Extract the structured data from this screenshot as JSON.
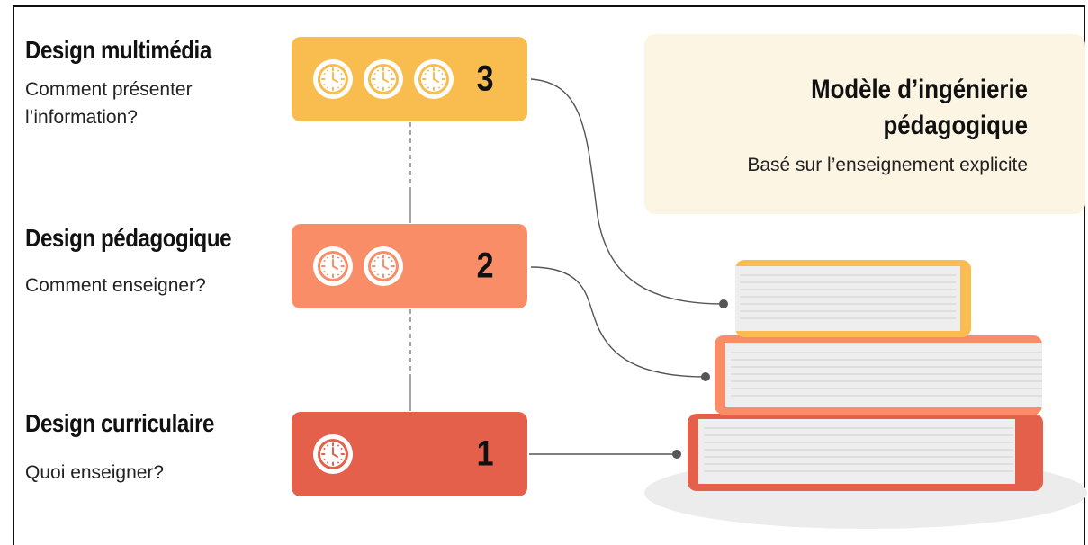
{
  "levels": [
    {
      "title": "Design multimédia",
      "description": "Comment présenter l’information?",
      "number": "3",
      "clocks": 3,
      "color": "#f9bc4f"
    },
    {
      "title": "Design pédagogique",
      "description": "Comment enseigner?",
      "number": "2",
      "clocks": 2,
      "color": "#f88d68"
    },
    {
      "title": "Design curriculaire",
      "description": "Quoi enseigner?",
      "number": "1",
      "clocks": 1,
      "color": "#e4604a"
    }
  ],
  "model": {
    "title": "Modèle d’ingénierie pédagogique",
    "subtitle": "Basé sur l’enseignement explicite",
    "background": "#fdf5e3"
  },
  "icons": {
    "clock": "clock-icon",
    "book": "book-icon"
  }
}
